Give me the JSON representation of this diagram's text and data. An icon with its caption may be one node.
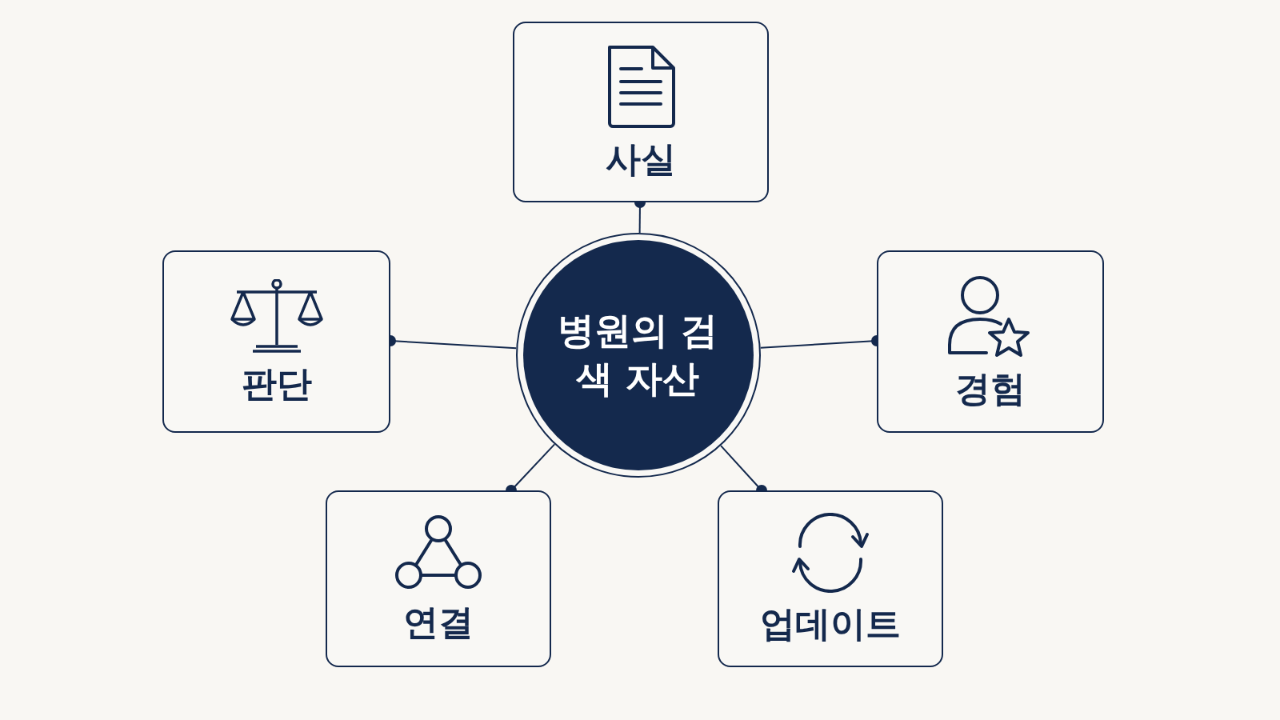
{
  "diagram": {
    "nodes": [
      {
        "text": [
          "사실"
        ]
      },
      {
        "text": [
          "판단"
        ]
      },
      {
        "text": [
          "병원의 검색 자산"
        ]
      },
      {
        "text": [
          "경험"
        ]
      },
      {
        "text": [
          "연결"
        ]
      },
      {
        "text": [
          "업데이트"
        ]
      }
    ],
    "edges": [
      {
        "from": 2,
        "to": 0,
        "arrow": "other"
      },
      {
        "from": 2,
        "to": 1,
        "arrow": "other"
      },
      {
        "from": 2,
        "to": 3,
        "arrow": "other"
      },
      {
        "from": 2,
        "to": 4,
        "arrow": "other"
      },
      {
        "from": 2,
        "to": 5,
        "arrow": "other"
      }
    ]
  }
}
